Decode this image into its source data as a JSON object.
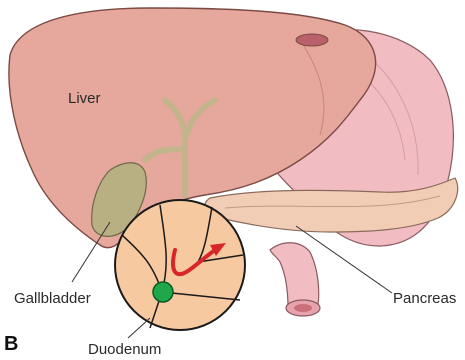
{
  "panel_label": "B",
  "labels": {
    "liver": "Liver",
    "gallbladder": "Gallbladder",
    "pancreas": "Pancreas",
    "duodenum": "Duodenum"
  },
  "colors": {
    "liver": "#e6a89c",
    "liver_outline": "#7a4a44",
    "stomach": "#f2bcc3",
    "pancreas": "#f2cdb6",
    "gallbladder": "#b8b083",
    "bile_duct": "#c4b48c",
    "inset_fill": "#f6c9a0",
    "stone": "#1fa84a",
    "flow_arrow": "#d9262a"
  }
}
